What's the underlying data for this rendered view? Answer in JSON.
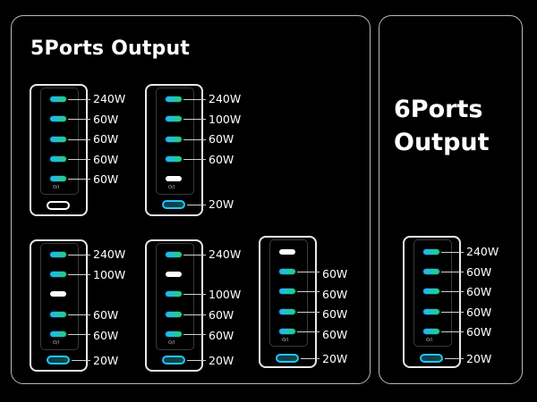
{
  "panel_5": {
    "title": "5Ports Output"
  },
  "panel_6": {
    "title": "6Ports Output"
  },
  "devices": [
    {
      "name": "d1",
      "labels": [
        "240W",
        "60W",
        "60W",
        "60W",
        "60W"
      ]
    },
    {
      "name": "d2",
      "labels": [
        "240W",
        "100W",
        "60W",
        "60W",
        "20W"
      ]
    },
    {
      "name": "d3",
      "labels": [
        "240W",
        "100W",
        "60W",
        "60W",
        "20W"
      ]
    },
    {
      "name": "d4",
      "labels": [
        "240W",
        "100W",
        "60W",
        "60W",
        "20W"
      ]
    },
    {
      "name": "d5",
      "labels": [
        "60W",
        "60W",
        "60W",
        "60W",
        "20W"
      ]
    },
    {
      "name": "d6",
      "labels": [
        "240W",
        "60W",
        "60W",
        "60W",
        "60W",
        "20W"
      ]
    }
  ],
  "power_mark": "O/I"
}
